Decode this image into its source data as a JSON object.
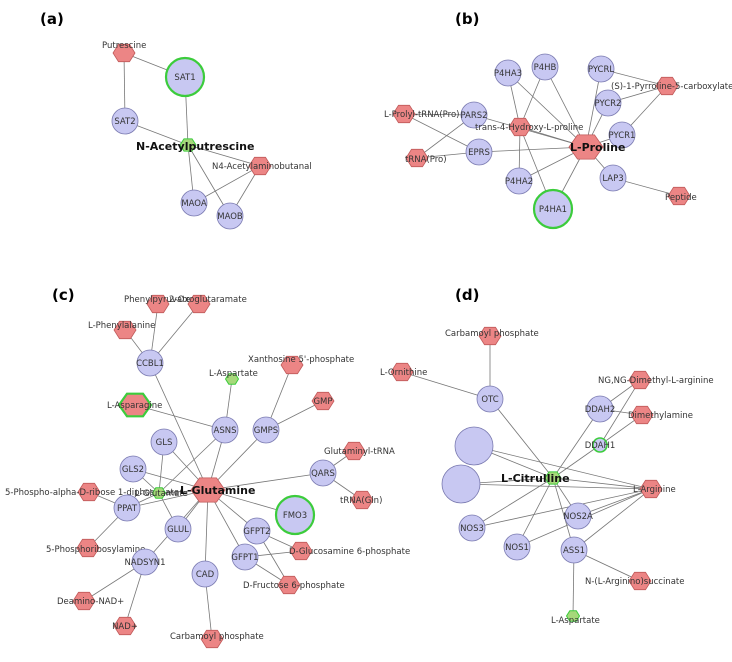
{
  "colors": {
    "protein_fill": "#c8c8f2",
    "protein_stroke": "#7a7ab0",
    "metabolite_fill": "#ec8585",
    "metabolite_stroke": "#c05a5a",
    "highlight_stroke": "#3ccc3c",
    "small_fill": "#a6d87a",
    "edge": "#777777"
  },
  "panels": [
    {
      "label": "(a)",
      "nodes": [
        {
          "id": "putrescine",
          "type": "metabolite",
          "text": "Putrescine"
        },
        {
          "id": "sat1",
          "type": "protein",
          "text": "SAT1",
          "highlight": true
        },
        {
          "id": "sat2",
          "type": "protein",
          "text": "SAT2"
        },
        {
          "id": "nacetyl",
          "type": "small",
          "text": "N-Acetylputrescine",
          "hub": true
        },
        {
          "id": "n4",
          "type": "metabolite",
          "text": "N4-Acetylaminobutanal"
        },
        {
          "id": "maoa",
          "type": "protein",
          "text": "MAOA"
        },
        {
          "id": "maob",
          "type": "protein",
          "text": "MAOB"
        }
      ],
      "edges": [
        [
          "putrescine",
          "sat1"
        ],
        [
          "putrescine",
          "sat2"
        ],
        [
          "sat1",
          "nacetyl"
        ],
        [
          "sat2",
          "nacetyl"
        ],
        [
          "nacetyl",
          "maoa"
        ],
        [
          "nacetyl",
          "maob"
        ],
        [
          "nacetyl",
          "n4"
        ],
        [
          "n4",
          "maoa"
        ],
        [
          "n4",
          "maob"
        ]
      ]
    },
    {
      "label": "(b)",
      "nodes": [
        {
          "id": "p4ha3",
          "type": "protein",
          "text": "P4HA3"
        },
        {
          "id": "p4hb",
          "type": "protein",
          "text": "P4HB"
        },
        {
          "id": "pycrl",
          "type": "protein",
          "text": "PYCRL"
        },
        {
          "id": "pyrroline",
          "type": "metabolite",
          "text": "(S)-1-Pyrroline-5-carboxylate"
        },
        {
          "id": "pycr2",
          "type": "protein",
          "text": "PYCR2"
        },
        {
          "id": "prolyltrna",
          "type": "metabolite",
          "text": "L-Prolyl-tRNA(Pro)"
        },
        {
          "id": "pars2",
          "type": "protein",
          "text": "PARS2"
        },
        {
          "id": "hydroxy",
          "type": "metabolite",
          "text": "trans-4-Hydroxy-L-proline"
        },
        {
          "id": "pycr1",
          "type": "protein",
          "text": "PYCR1"
        },
        {
          "id": "eprs",
          "type": "protein",
          "text": "EPRS"
        },
        {
          "id": "lproline",
          "type": "metabolite",
          "text": "L-Proline",
          "hub": true
        },
        {
          "id": "trnapro",
          "type": "metabolite",
          "text": "tRNA(Pro)"
        },
        {
          "id": "p4ha2",
          "type": "protein",
          "text": "P4HA2"
        },
        {
          "id": "lap3",
          "type": "protein",
          "text": "LAP3"
        },
        {
          "id": "p4ha1",
          "type": "protein",
          "text": "P4HA1",
          "highlight": true
        },
        {
          "id": "peptide",
          "type": "metabolite",
          "text": "Peptide"
        }
      ],
      "edges": [
        [
          "lproline",
          "p4ha3"
        ],
        [
          "lproline",
          "p4hb"
        ],
        [
          "lproline",
          "pycrl"
        ],
        [
          "lproline",
          "pycr2"
        ],
        [
          "lproline",
          "pycr1"
        ],
        [
          "lproline",
          "pars2"
        ],
        [
          "lproline",
          "eprs"
        ],
        [
          "lproline",
          "p4ha2"
        ],
        [
          "lproline",
          "p4ha1"
        ],
        [
          "lproline",
          "lap3"
        ],
        [
          "lproline",
          "hydroxy"
        ],
        [
          "hydroxy",
          "p4ha3"
        ],
        [
          "hydroxy",
          "p4hb"
        ],
        [
          "hydroxy",
          "p4ha2"
        ],
        [
          "hydroxy",
          "p4ha1"
        ],
        [
          "pyrroline",
          "pycrl"
        ],
        [
          "pyrroline",
          "pycr2"
        ],
        [
          "pyrroline",
          "pycr1"
        ],
        [
          "prolyltrna",
          "pars2"
        ],
        [
          "prolyltrna",
          "eprs"
        ],
        [
          "trnapro",
          "pars2"
        ],
        [
          "trnapro",
          "eprs"
        ],
        [
          "lap3",
          "peptide"
        ]
      ]
    },
    {
      "label": "(c)",
      "nodes": [
        {
          "id": "phepyr",
          "type": "metabolite",
          "text": "Phenylpyruvate"
        },
        {
          "id": "oxoglut",
          "type": "metabolite",
          "text": "2-Oxoglutaramate"
        },
        {
          "id": "lphe",
          "type": "metabolite",
          "text": "L-Phenylalanine"
        },
        {
          "id": "xanth",
          "type": "metabolite",
          "text": "Xanthosine 5'-phosphate"
        },
        {
          "id": "ccbl1",
          "type": "protein",
          "text": "CCBL1"
        },
        {
          "id": "lasp",
          "type": "small",
          "text": "L-Aspartate"
        },
        {
          "id": "gmp",
          "type": "metabolite",
          "text": "GMP"
        },
        {
          "id": "lasn",
          "type": "metabolite",
          "text": "L-Asparagine",
          "highlight": true
        },
        {
          "id": "asns",
          "type": "protein",
          "text": "ASNS"
        },
        {
          "id": "gmps",
          "type": "protein",
          "text": "GMPS"
        },
        {
          "id": "gls",
          "type": "protein",
          "text": "GLS"
        },
        {
          "id": "glntrna",
          "type": "metabolite",
          "text": "Glutaminyl-tRNA"
        },
        {
          "id": "gls2",
          "type": "protein",
          "text": "GLS2"
        },
        {
          "id": "qars",
          "type": "protein",
          "text": "QARS"
        },
        {
          "id": "prpp",
          "type": "metabolite",
          "text": "5-Phospho-alpha-D-ribose 1-diphosphate"
        },
        {
          "id": "lglu",
          "type": "small",
          "text": "L-Glutamate"
        },
        {
          "id": "lgln",
          "type": "metabolite",
          "text": "L-Glutamine",
          "hub": true
        },
        {
          "id": "trnagln",
          "type": "metabolite",
          "text": "tRNA(Gln)"
        },
        {
          "id": "ppat",
          "type": "protein",
          "text": "PPAT"
        },
        {
          "id": "fmo3",
          "type": "protein",
          "text": "FMO3",
          "highlight": true
        },
        {
          "id": "glul",
          "type": "protein",
          "text": "GLUL"
        },
        {
          "id": "gfpt2",
          "type": "protein",
          "text": "GFPT2"
        },
        {
          "id": "prba",
          "type": "metabolite",
          "text": "5-Phosphoribosylamine"
        },
        {
          "id": "gfpt1",
          "type": "protein",
          "text": "GFPT1"
        },
        {
          "id": "glcn6p",
          "type": "metabolite",
          "text": "D-Glucosamine 6-phosphate"
        },
        {
          "id": "nadsyn1",
          "type": "protein",
          "text": "NADSYN1"
        },
        {
          "id": "cad",
          "type": "protein",
          "text": "CAD"
        },
        {
          "id": "fru6p",
          "type": "metabolite",
          "text": "D-Fructose 6-phosphate"
        },
        {
          "id": "deamnad",
          "type": "metabolite",
          "text": "Deamino-NAD+"
        },
        {
          "id": "nad",
          "type": "metabolite",
          "text": "NAD+"
        },
        {
          "id": "carbp_c",
          "type": "metabolite",
          "text": "Carbamoyl phosphate"
        }
      ],
      "edges": [
        [
          "lgln",
          "ccbl1"
        ],
        [
          "lgln",
          "asns"
        ],
        [
          "lgln",
          "gmps"
        ],
        [
          "lgln",
          "gls"
        ],
        [
          "lgln",
          "gls2"
        ],
        [
          "lgln",
          "qars"
        ],
        [
          "lgln",
          "ppat"
        ],
        [
          "lgln",
          "glul"
        ],
        [
          "lgln",
          "fmo3"
        ],
        [
          "lgln",
          "gfpt2"
        ],
        [
          "lgln",
          "gfpt1"
        ],
        [
          "lgln",
          "nadsyn1"
        ],
        [
          "lgln",
          "cad"
        ],
        [
          "lgln",
          "lglu"
        ],
        [
          "ccbl1",
          "phepyr"
        ],
        [
          "ccbl1",
          "oxoglut"
        ],
        [
          "ccbl1",
          "lphe"
        ],
        [
          "asns",
          "lasp"
        ],
        [
          "asns",
          "lasn"
        ],
        [
          "asns",
          "lglu"
        ],
        [
          "gmps",
          "xanth"
        ],
        [
          "gmps",
          "gmp"
        ],
        [
          "gls",
          "lglu"
        ],
        [
          "gls2",
          "lglu"
        ],
        [
          "qars",
          "glntrna"
        ],
        [
          "qars",
          "trnagln"
        ],
        [
          "ppat",
          "prpp"
        ],
        [
          "ppat",
          "prba"
        ],
        [
          "ppat",
          "lglu"
        ],
        [
          "glul",
          "lglu"
        ],
        [
          "gfpt1",
          "glcn6p"
        ],
        [
          "gfpt1",
          "fru6p"
        ],
        [
          "gfpt2",
          "glcn6p"
        ],
        [
          "gfpt2",
          "fru6p"
        ],
        [
          "nadsyn1",
          "deamnad"
        ],
        [
          "nadsyn1",
          "nad"
        ],
        [
          "cad",
          "carbp_c"
        ]
      ]
    },
    {
      "label": "(d)",
      "nodes": [
        {
          "id": "carbp_d",
          "type": "metabolite",
          "text": "Carbamoyl phosphate"
        },
        {
          "id": "lorn",
          "type": "metabolite",
          "text": "L-Ornithine"
        },
        {
          "id": "otc",
          "type": "protein",
          "text": "OTC"
        },
        {
          "id": "ngng",
          "type": "metabolite",
          "text": "NG,NG-Dimethyl-L-arginine"
        },
        {
          "id": "ddah2",
          "type": "protein",
          "text": "DDAH2"
        },
        {
          "id": "dimeth",
          "type": "metabolite",
          "text": "Dimethylamine"
        },
        {
          "id": "unl1",
          "type": "protein",
          "text": ""
        },
        {
          "id": "ddah1",
          "type": "small",
          "text": "DDAH1"
        },
        {
          "id": "unl2",
          "type": "protein",
          "text": ""
        },
        {
          "id": "lcit",
          "type": "small",
          "text": "L-Citrulline",
          "hub": true
        },
        {
          "id": "larg",
          "type": "metabolite",
          "text": "L-Arginine"
        },
        {
          "id": "nos2a",
          "type": "protein",
          "text": "NOS2A"
        },
        {
          "id": "nos3",
          "type": "protein",
          "text": "NOS3"
        },
        {
          "id": "nos1",
          "type": "protein",
          "text": "NOS1"
        },
        {
          "id": "ass1",
          "type": "protein",
          "text": "ASS1"
        },
        {
          "id": "argsucc",
          "type": "metabolite",
          "text": "N-(L-Arginino)succinate"
        },
        {
          "id": "lasp_d",
          "type": "small",
          "text": "L-Aspartate"
        }
      ],
      "edges": [
        [
          "lcit",
          "otc"
        ],
        [
          "lcit",
          "ddah2"
        ],
        [
          "lcit",
          "ddah1"
        ],
        [
          "lcit",
          "unl1"
        ],
        [
          "lcit",
          "unl2"
        ],
        [
          "lcit",
          "nos2a"
        ],
        [
          "lcit",
          "nos3"
        ],
        [
          "lcit",
          "nos1"
        ],
        [
          "lcit",
          "ass1"
        ],
        [
          "lcit",
          "larg"
        ],
        [
          "otc",
          "carbp_d"
        ],
        [
          "otc",
          "lorn"
        ],
        [
          "ddah2",
          "ngng"
        ],
        [
          "ddah2",
          "dimeth"
        ],
        [
          "ddah1",
          "ngng"
        ],
        [
          "ddah1",
          "dimeth"
        ],
        [
          "larg",
          "nos2a"
        ],
        [
          "larg",
          "nos3"
        ],
        [
          "larg",
          "nos1"
        ],
        [
          "larg",
          "ass1"
        ],
        [
          "larg",
          "unl1"
        ],
        [
          "larg",
          "unl2"
        ],
        [
          "ass1",
          "argsucc"
        ],
        [
          "ass1",
          "lasp_d"
        ]
      ]
    }
  ]
}
